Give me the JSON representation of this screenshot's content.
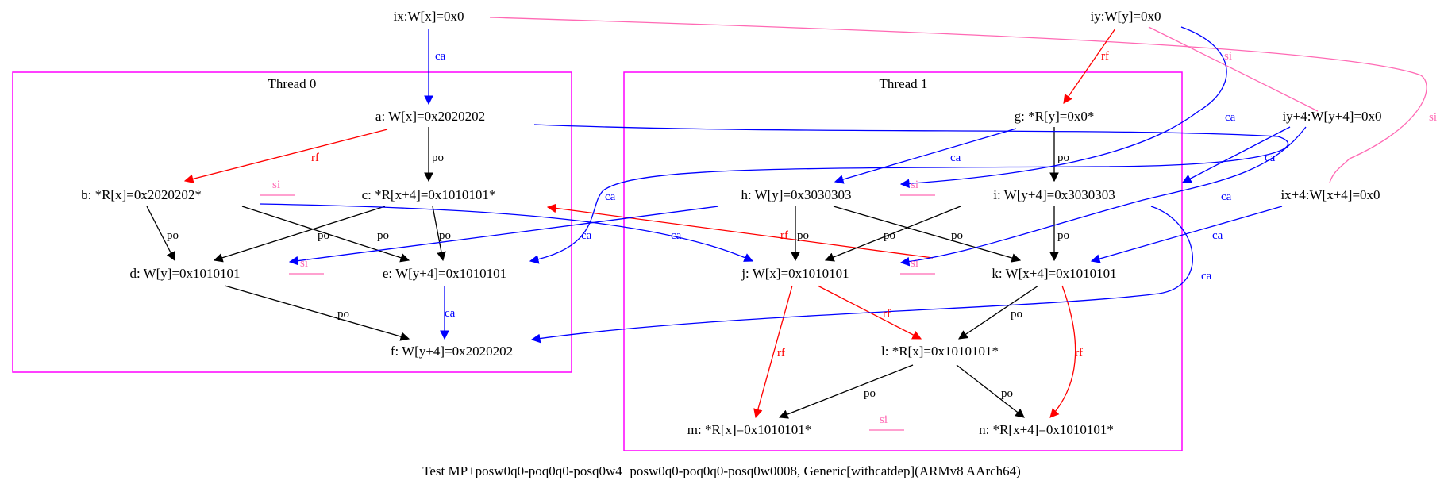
{
  "caption": "Test MP+posw0q0-poq0q0-posq0w4+posw0q0-poq0q0-posq0w0008, Generic[withcatdep](ARMv8 AArch64)",
  "colors": {
    "po": "#000000",
    "rf": "#ff0000",
    "ca": "#0000ff",
    "si": "#ff69b4",
    "cluster": "#ff00ff"
  },
  "clusters": {
    "t0": "Thread 0",
    "t1": "Thread 1"
  },
  "nodes": {
    "ix": "ix:W[x]=0x0",
    "iy": "iy:W[y]=0x0",
    "iy4": "iy+4:W[y+4]=0x0",
    "ix4": "ix+4:W[x+4]=0x0",
    "a": "a: W[x]=0x2020202",
    "b": "b: *R[x]=0x2020202*",
    "c": "c: *R[x+4]=0x1010101*",
    "d": "d: W[y]=0x1010101",
    "e": "e: W[y+4]=0x1010101",
    "f": "f: W[y+4]=0x2020202",
    "g": "g: *R[y]=0x0*",
    "h": "h: W[y]=0x3030303",
    "i": "i: W[y+4]=0x3030303",
    "j": "j: W[x]=0x1010101",
    "k": "k: W[x+4]=0x1010101",
    "l": "l: *R[x]=0x1010101*",
    "m": "m: *R[x]=0x1010101*",
    "n": "n: *R[x+4]=0x1010101*"
  },
  "edge_labels": {
    "po": "po",
    "rf": "rf",
    "ca": "ca",
    "si": "si"
  }
}
